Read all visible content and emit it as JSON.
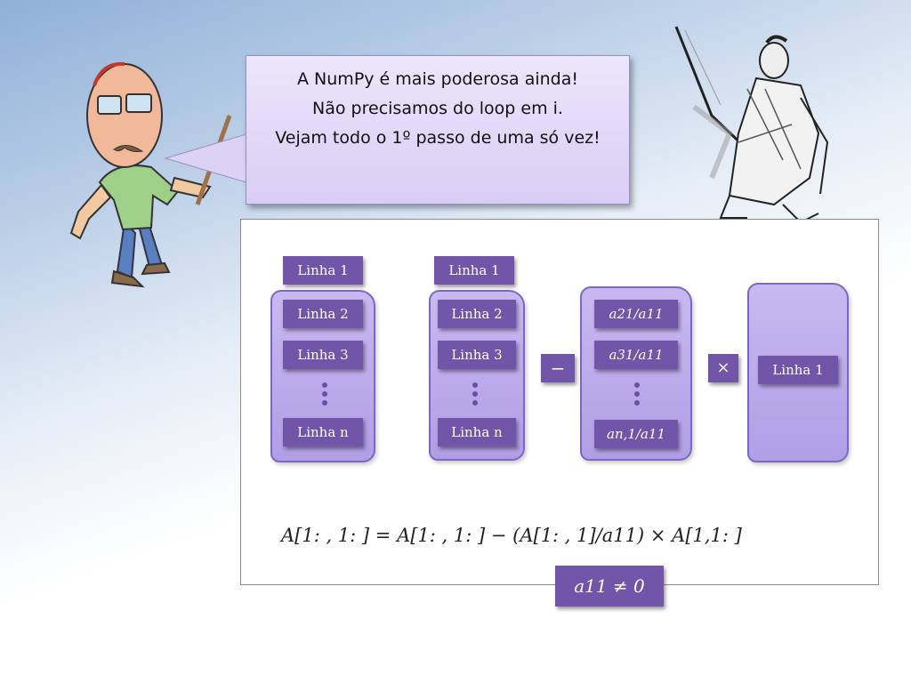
{
  "bubble": {
    "line1": "A NumPy é mais poderosa ainda!",
    "line2": "Não precisamos do loop em i.",
    "line3": "Vejam todo o 1º passo de uma só vez!"
  },
  "left_column": [
    "Linha 1",
    "Linha 2",
    "Linha 3",
    "Linha n"
  ],
  "middle_column": [
    "Linha 1",
    "Linha 2",
    "Linha 3",
    "Linha n"
  ],
  "minus_op": "−",
  "ratio_column": [
    "a21/a11",
    "a31/a11",
    "an,1/a11"
  ],
  "times_op": "×",
  "right_box": "Linha 1",
  "formula": "A[1: , 1: ] = A[1: , 1: ] − (A[1: , 1]/a11)  × A[1,1: ]",
  "condition": "a11 ≠ 0",
  "colors": {
    "box": "#7055a8",
    "pill": "#b19ee6",
    "arrow": "#6a4fa6",
    "bubble": "#d8cdf4"
  }
}
